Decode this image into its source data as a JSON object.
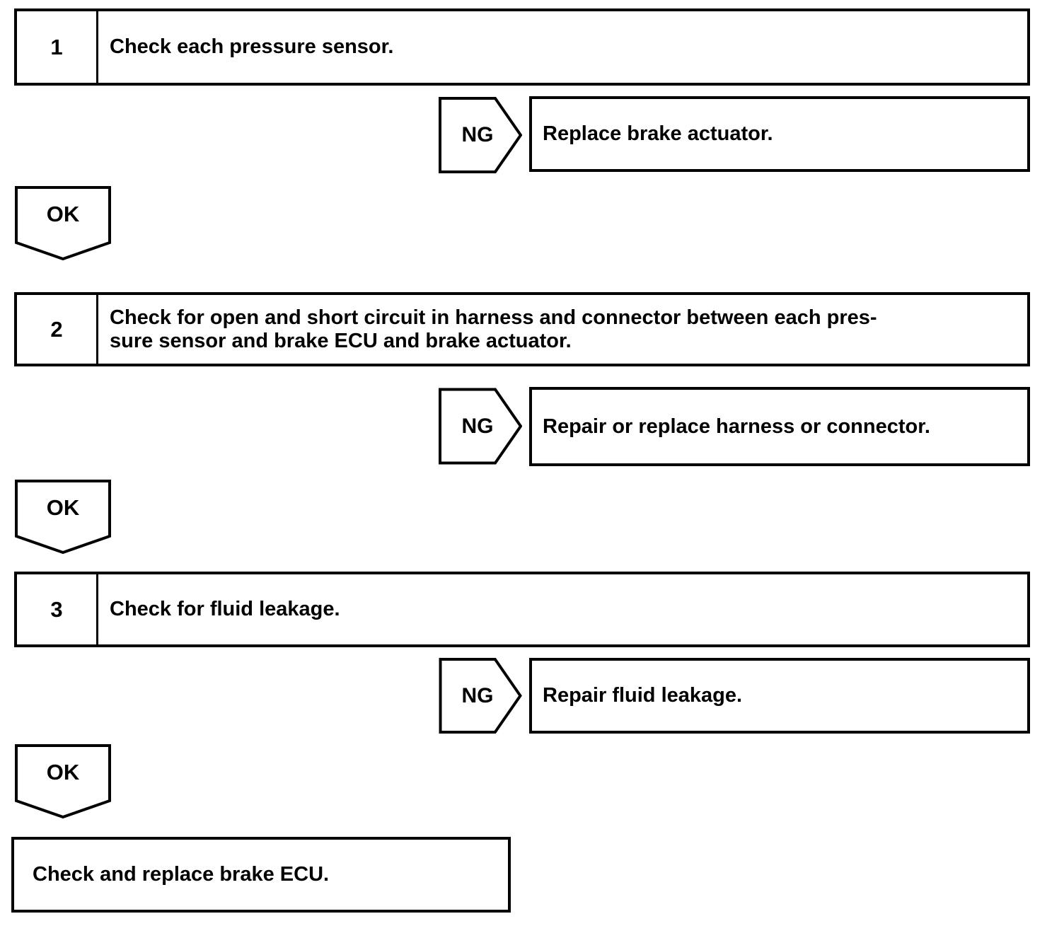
{
  "diagram": {
    "type": "troubleshooting-flowchart",
    "ng_label": "NG",
    "ok_label": "OK",
    "steps": [
      {
        "number": "1",
        "instruction": "Check each pressure sensor.",
        "ng_action": "Replace brake actuator."
      },
      {
        "number": "2",
        "instruction": "Check for open and short circuit in harness and connector between each pres-\nsure sensor and brake ECU and brake actuator.",
        "ng_action": "Repair or replace harness or connector."
      },
      {
        "number": "3",
        "instruction": "Check for fluid leakage.",
        "ng_action": "Repair fluid leakage."
      }
    ],
    "final_action": "Check and replace brake ECU.",
    "colors": {
      "line": "#000000",
      "background": "#ffffff",
      "text": "#000000"
    }
  }
}
